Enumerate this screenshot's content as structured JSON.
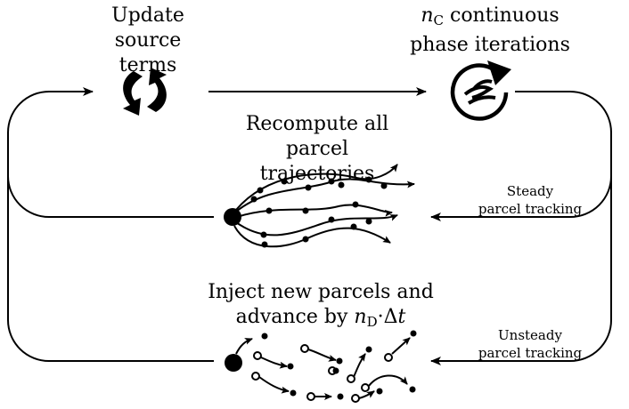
{
  "update": {
    "line1": "Update",
    "line2": "source terms"
  },
  "continuous": {
    "var": "n",
    "sub": "C",
    "line1_rest": " continuous",
    "line2": "phase iterations"
  },
  "recompute": {
    "line1": "Recompute all",
    "line2": "parcel trajectories"
  },
  "steady": {
    "line1": "Steady",
    "line2": "parcel tracking"
  },
  "inject": {
    "line1": "Inject new parcels and",
    "line2_prefix": "advance by ",
    "var": "n",
    "sub": "D",
    "dot": "·",
    "delta": "Δ",
    "t": "t"
  },
  "unsteady": {
    "line1": "Unsteady",
    "line2": "parcel tracking"
  },
  "icons": {
    "update": "sync-arrows-icon",
    "continuous": "flow-cycle-icon",
    "steady": "steady-trajectories-icon",
    "unsteady": "unsteady-parcels-icon"
  }
}
